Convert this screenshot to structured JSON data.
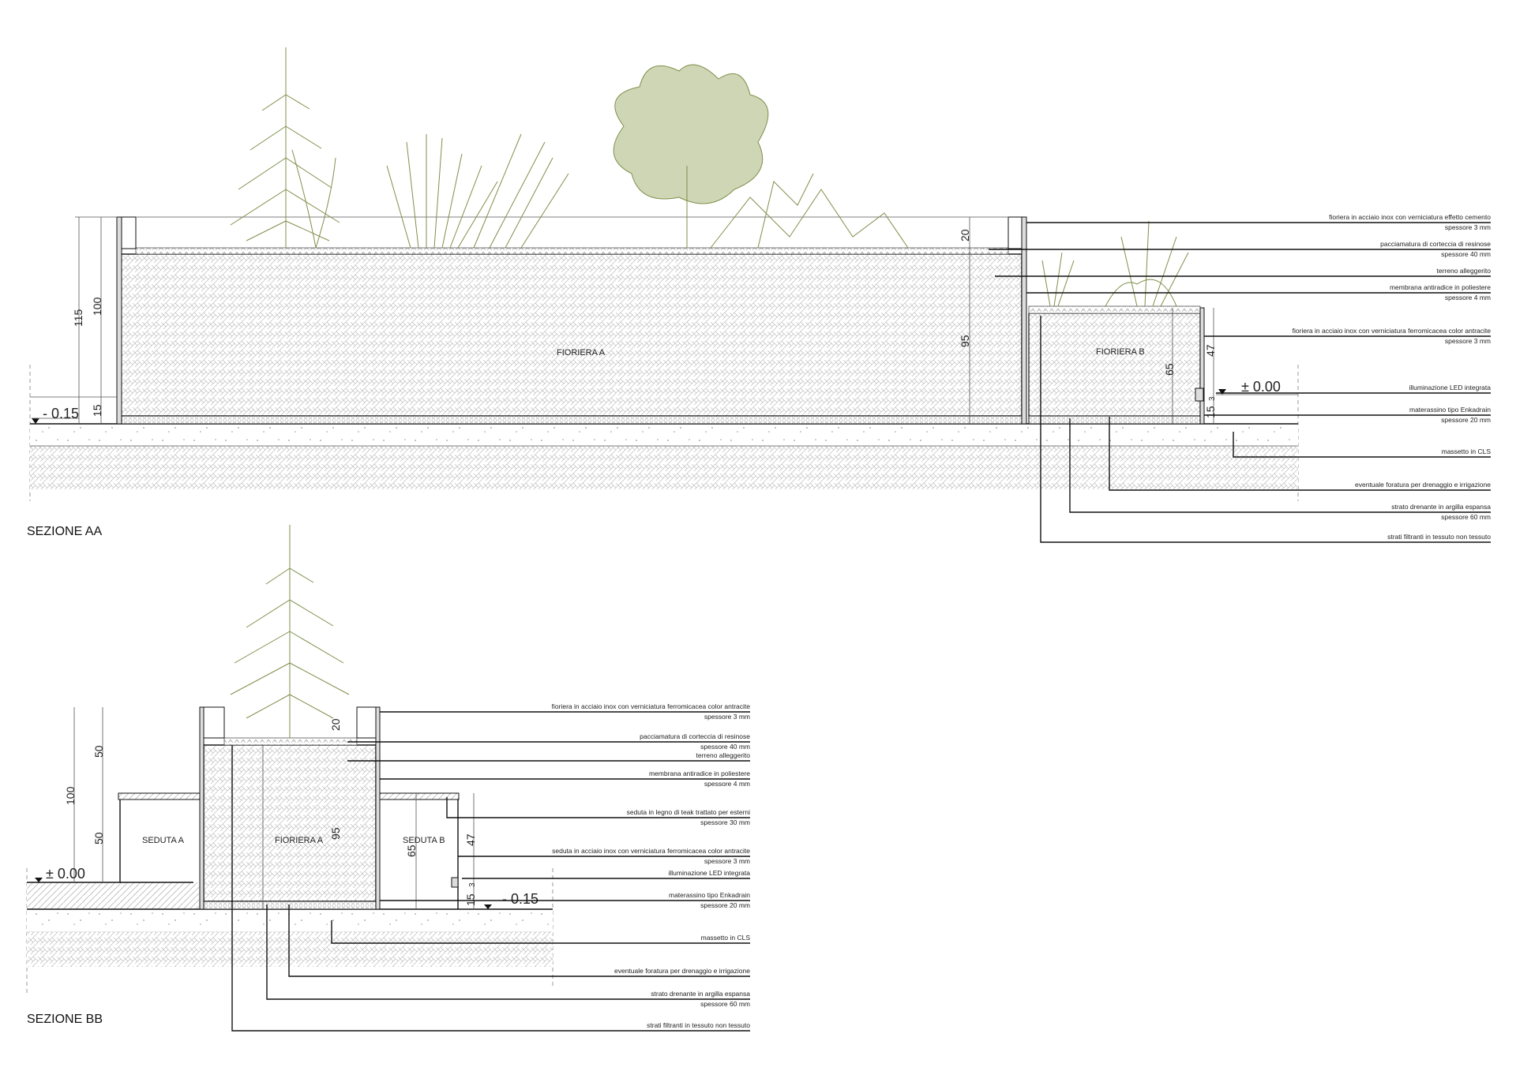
{
  "colors": {
    "plant": "#7f8f4a",
    "line": "#111111",
    "hatch": "#bdbdbd"
  },
  "section_aa": {
    "title": "SEZIONE AA",
    "planter_a": "FIORIERA A",
    "planter_b": "FIORIERA B",
    "dims": {
      "total": "115",
      "planter": "100",
      "base": "15",
      "rim": "20",
      "soil": "95",
      "b_height": "65",
      "b_above": "47",
      "led": "3",
      "b_base": "15"
    },
    "levels": {
      "low": "- 0.15",
      "zero": "± 0.00"
    },
    "labels": [
      {
        "text": "fioriera in acciaio inox con verniciatura effetto cemento",
        "sub": "spessore 3 mm"
      },
      {
        "text": "pacciamatura di corteccia di resinose",
        "sub": "spessore 40 mm"
      },
      {
        "text": "terreno alleggerito",
        "sub": ""
      },
      {
        "text": "membrana antiradice in poliestere",
        "sub": "spessore 4 mm"
      },
      {
        "text": "fioriera in acciaio inox con verniciatura ferromicacea color antracite",
        "sub": "spessore 3 mm"
      },
      {
        "text": "illuminazione LED integrata",
        "sub": ""
      },
      {
        "text": "materassino tipo Enkadrain",
        "sub": "spessore 20 mm"
      },
      {
        "text": "massetto in CLS",
        "sub": ""
      },
      {
        "text": "eventuale foratura per drenaggio e irrigazione",
        "sub": ""
      },
      {
        "text": "strato drenante in argilla espansa",
        "sub": "spessore 60 mm"
      },
      {
        "text": "strati filtranti in tessuto non tessuto",
        "sub": ""
      }
    ]
  },
  "section_bb": {
    "title": "SEZIONE BB",
    "planter_a": "FIORIERA A",
    "seat_a": "SEDUTA A",
    "seat_b": "SEDUTA B",
    "dims": {
      "total": "100",
      "upper": "50",
      "lower": "50",
      "rim": "20",
      "soil": "95",
      "seat_b": "65",
      "b_above": "47",
      "led": "3",
      "base": "15"
    },
    "levels": {
      "zero": "± 0.00",
      "low": "- 0.15"
    },
    "labels": [
      {
        "text": "fioriera in acciaio inox con verniciatura ferromicacea color antracite",
        "sub": "spessore 3 mm"
      },
      {
        "text": "pacciamatura di corteccia di resinose",
        "sub": "spessore 40 mm"
      },
      {
        "text": "terreno alleggerito",
        "sub": ""
      },
      {
        "text": "membrana antiradice in poliestere",
        "sub": "spessore 4 mm"
      },
      {
        "text": "seduta in legno di teak trattato per esterni",
        "sub": "spessore 30 mm"
      },
      {
        "text": "seduta in acciaio inox con verniciatura ferromicacea color antracite",
        "sub": "spessore 3 mm"
      },
      {
        "text": "illuminazione LED integrata",
        "sub": ""
      },
      {
        "text": "materassino tipo Enkadrain",
        "sub": "spessore 20 mm"
      },
      {
        "text": "massetto in CLS",
        "sub": ""
      },
      {
        "text": "eventuale foratura per drenaggio e irrigazione",
        "sub": ""
      },
      {
        "text": "strato drenante in argilla espansa",
        "sub": "spessore 60 mm"
      },
      {
        "text": "strati filtranti in tessuto non tessuto",
        "sub": ""
      }
    ]
  }
}
